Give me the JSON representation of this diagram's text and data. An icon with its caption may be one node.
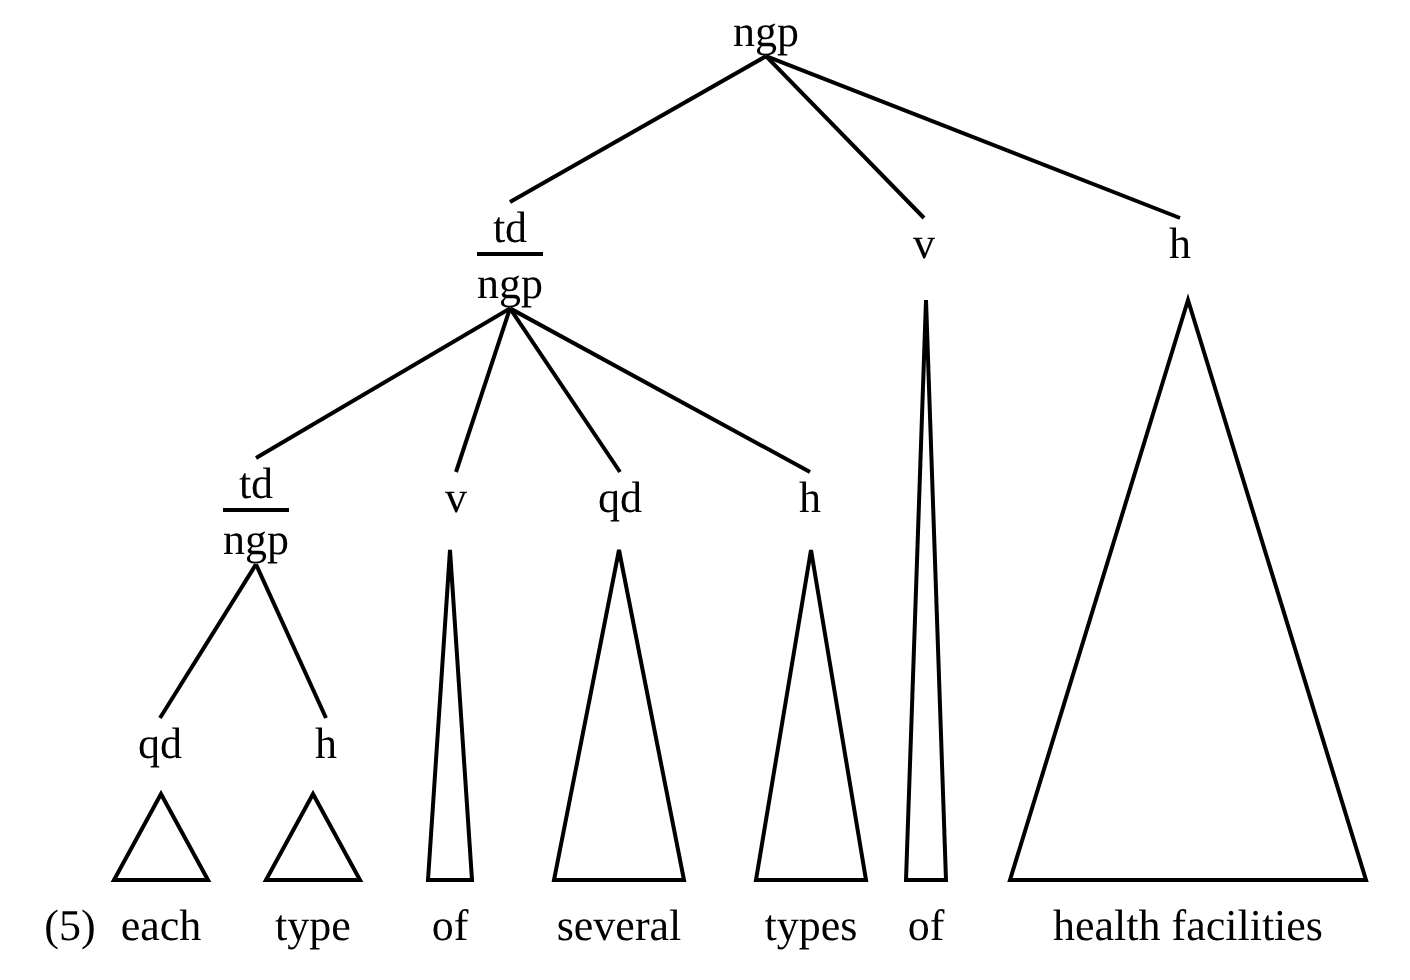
{
  "diagram": {
    "nodes": [
      {
        "text": [
          "ngp"
        ]
      },
      {
        "text": [
          "td",
          "ngp"
        ]
      },
      {
        "text": [
          "v"
        ]
      },
      {
        "text": [
          "h"
        ]
      },
      {
        "text": [
          "td",
          "ngp"
        ]
      },
      {
        "text": [
          "v"
        ]
      },
      {
        "text": [
          "qd"
        ]
      },
      {
        "text": [
          "h"
        ]
      },
      {
        "text": [
          "qd"
        ]
      },
      {
        "text": [
          "h"
        ]
      },
      {
        "text": [],
        "shape": "triangle",
        "beside": [
          "each"
        ]
      },
      {
        "text": [],
        "shape": "triangle",
        "beside": [
          "type"
        ]
      },
      {
        "text": [],
        "shape": "triangle",
        "beside": [
          "of"
        ]
      },
      {
        "text": [],
        "shape": "triangle",
        "beside": [
          "several"
        ]
      },
      {
        "text": [],
        "shape": "triangle",
        "beside": [
          "types"
        ]
      },
      {
        "text": [],
        "shape": "triangle",
        "beside": [
          "of"
        ]
      },
      {
        "text": [],
        "shape": "triangle",
        "beside": [
          "health facilities"
        ]
      }
    ],
    "edges": [
      {
        "from": 0,
        "to": 1,
        "arrow": "none"
      },
      {
        "from": 0,
        "to": 2,
        "arrow": "none"
      },
      {
        "from": 0,
        "to": 3,
        "arrow": "none"
      },
      {
        "from": 1,
        "to": 4,
        "arrow": "none"
      },
      {
        "from": 1,
        "to": 5,
        "arrow": "none"
      },
      {
        "from": 1,
        "to": 6,
        "arrow": "none"
      },
      {
        "from": 1,
        "to": 7,
        "arrow": "none"
      },
      {
        "from": 4,
        "to": 8,
        "arrow": "none"
      },
      {
        "from": 4,
        "to": 9,
        "arrow": "none"
      }
    ],
    "labels": [
      "(5)"
    ]
  }
}
